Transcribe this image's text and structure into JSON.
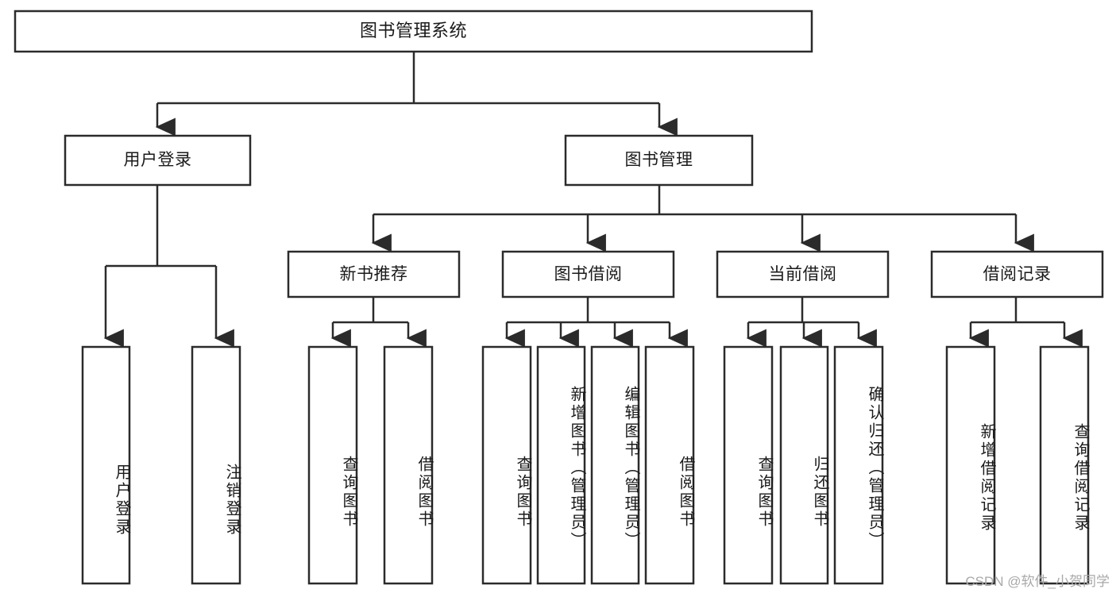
{
  "diagram": {
    "type": "tree-hierarchy",
    "title": "图书管理系统",
    "watermark": "CSDN @软件_小贺同学",
    "colors": {
      "stroke": "#2b2b2b",
      "fill": "#ffffff",
      "text": "#1a1a1a",
      "watermark": "#a9a9a9"
    },
    "nodes": {
      "root": {
        "label": "图书管理系统",
        "orientation": "horizontal"
      },
      "level2": [
        {
          "id": "user-login",
          "label": "用户登录",
          "orientation": "horizontal"
        },
        {
          "id": "book-manage",
          "label": "图书管理",
          "orientation": "horizontal"
        }
      ],
      "level3": [
        {
          "id": "new-book-recommend",
          "label": "新书推荐",
          "orientation": "horizontal"
        },
        {
          "id": "book-borrow",
          "label": "图书借阅",
          "orientation": "horizontal"
        },
        {
          "id": "current-borrow",
          "label": "当前借阅",
          "orientation": "horizontal"
        },
        {
          "id": "borrow-record",
          "label": "借阅记录",
          "orientation": "horizontal"
        }
      ],
      "leaves": [
        {
          "id": "leaf-user-login",
          "label": "用户登录",
          "parent": "user-login",
          "orientation": "vertical"
        },
        {
          "id": "leaf-logout-login",
          "label": "注销登录",
          "parent": "user-login",
          "orientation": "vertical"
        },
        {
          "id": "leaf-query-book-1",
          "label": "查询图书",
          "parent": "new-book-recommend",
          "orientation": "vertical"
        },
        {
          "id": "leaf-borrow-book-1",
          "label": "借阅图书",
          "parent": "new-book-recommend",
          "orientation": "vertical"
        },
        {
          "id": "leaf-query-book-2",
          "label": "查询图书",
          "parent": "book-borrow",
          "orientation": "vertical"
        },
        {
          "id": "leaf-add-book",
          "label": "新增图书（管理员）",
          "parent": "book-borrow",
          "orientation": "vertical"
        },
        {
          "id": "leaf-edit-book",
          "label": "编辑图书（管理员）",
          "parent": "book-borrow",
          "orientation": "vertical"
        },
        {
          "id": "leaf-borrow-book-2",
          "label": "借阅图书",
          "parent": "book-borrow",
          "orientation": "vertical"
        },
        {
          "id": "leaf-query-book-3",
          "label": "查询图书",
          "parent": "current-borrow",
          "orientation": "vertical"
        },
        {
          "id": "leaf-return-book",
          "label": "归还图书",
          "parent": "current-borrow",
          "orientation": "vertical"
        },
        {
          "id": "leaf-confirm-return",
          "label": "确认归还（管理员）",
          "parent": "current-borrow",
          "orientation": "vertical"
        },
        {
          "id": "leaf-add-record",
          "label": "新增借阅记录",
          "parent": "borrow-record",
          "orientation": "vertical"
        },
        {
          "id": "leaf-query-record",
          "label": "查询借阅记录",
          "parent": "borrow-record",
          "orientation": "vertical"
        }
      ]
    }
  }
}
